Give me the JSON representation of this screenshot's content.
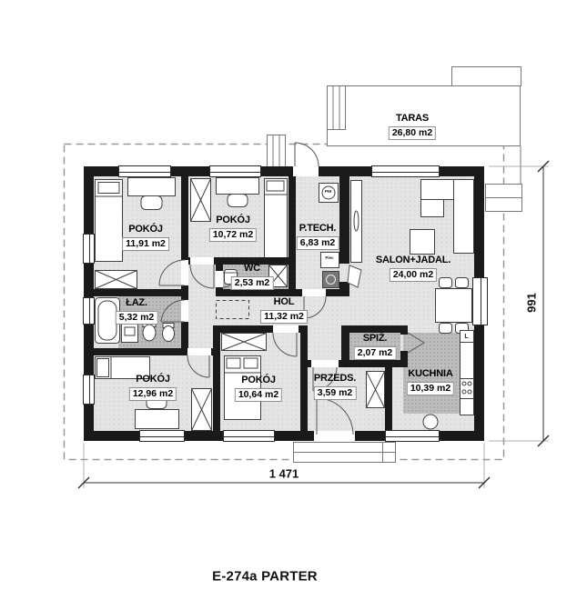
{
  "title": "E-274a PARTER",
  "dimensions": {
    "width": "1 471",
    "height": "991"
  },
  "rooms": [
    {
      "name": "TARAS",
      "area": "26,80 m2"
    },
    {
      "name": "POKÓJ",
      "area": "11,91 m2"
    },
    {
      "name": "POKÓJ",
      "area": "10,72 m2"
    },
    {
      "name": "P.TECH.",
      "area": "6,83 m2"
    },
    {
      "name": "SALON+JADAL.",
      "area": "24,00 m2"
    },
    {
      "name": "WC",
      "area": "2,53 m2"
    },
    {
      "name": "HOL",
      "area": "11,32 m2"
    },
    {
      "name": "ŁAZ.",
      "area": "5,32 m2"
    },
    {
      "name": "POKÓJ",
      "area": "12,96 m2"
    },
    {
      "name": "POKÓJ",
      "area": "10,64 m2"
    },
    {
      "name": "PRZEDS.",
      "area": "3,59 m2"
    },
    {
      "name": "SPIŻ.",
      "area": "2,07 m2"
    },
    {
      "name": "KUCHNIA",
      "area": "10,39 m2"
    }
  ],
  "markers": {
    "fridge": "L",
    "boiler": "PM",
    "furnace": "Piec"
  },
  "colors": {
    "wall": "#1a1a1a",
    "floor": "#e4e4e4",
    "floor_wet": "#bdbdbd",
    "outline": "#777777"
  }
}
